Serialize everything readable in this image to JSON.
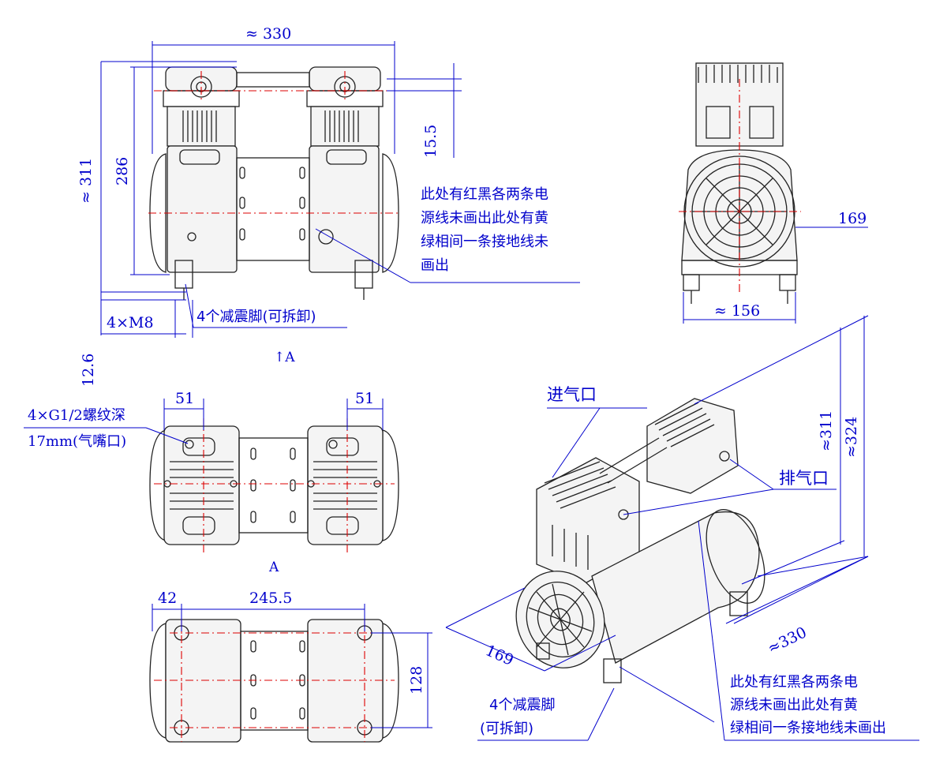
{
  "dimensions": {
    "top_width": "≈ 330",
    "dim_15_5": "15.5",
    "height_311": "≈ 311",
    "height_286": "286",
    "foot_thread": "4×M8",
    "dim_12_6": "12.6",
    "side_169": "169",
    "side_156": "≈ 156",
    "port_51_left": "51",
    "port_51_right": "51",
    "bottom_42": "42",
    "bottom_245_5": "245.5",
    "bottom_128": "128",
    "iso_169": "169",
    "iso_330": "≈330",
    "iso_311": "≈311",
    "iso_324": "≈324"
  },
  "labels": {
    "view_arrow": "A",
    "view_a": "A",
    "feet_note": "4个减震脚(可拆卸)",
    "feet_note_iso_1": "4个减震脚",
    "feet_note_iso_2": "(可拆卸)",
    "thread_note_1": "4×G1/2螺纹深",
    "thread_note_2": "17mm(气嘴口)",
    "inlet": "进气口",
    "outlet": "排气口"
  },
  "wire_note": {
    "lines": [
      "此处有红黑各两条电",
      "源线未画出此处有黄",
      "绿相间一条接地线未",
      "画出"
    ]
  },
  "wire_note_iso": {
    "lines": [
      "此处有红黑各两条电",
      "源线未画出此处有黄",
      "绿相间一条接地线未画出"
    ]
  },
  "colors": {
    "dimension": "#0000cc",
    "centerline": "#dd0000",
    "outline": "#222222"
  }
}
